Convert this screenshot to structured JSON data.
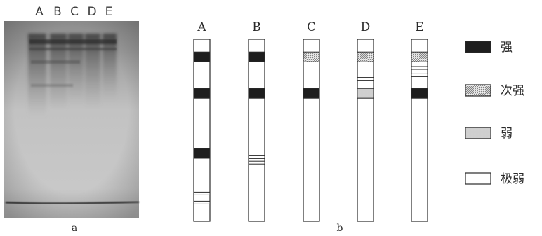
{
  "panel_a": {
    "caption": "a",
    "lane_labels": [
      "A",
      "B",
      "C",
      "D",
      "E"
    ]
  },
  "panel_b": {
    "caption": "b",
    "lanes": [
      {
        "label": "A",
        "bands": [
          {
            "level": "strong",
            "pos": 0.07
          },
          {
            "level": "strong",
            "pos": 0.27
          },
          {
            "level": "strong",
            "pos": 0.6
          },
          {
            "level": "very_weak",
            "pos": 0.84
          },
          {
            "level": "very_weak",
            "pos": 0.89
          }
        ]
      },
      {
        "label": "B",
        "bands": [
          {
            "level": "strong",
            "pos": 0.07
          },
          {
            "level": "strong",
            "pos": 0.27
          },
          {
            "level": "very_weak",
            "pos": 0.64
          },
          {
            "level": "very_weak",
            "pos": 0.67
          }
        ]
      },
      {
        "label": "C",
        "bands": [
          {
            "level": "medium_strong",
            "pos": 0.07
          },
          {
            "level": "strong",
            "pos": 0.27
          }
        ]
      },
      {
        "label": "D",
        "bands": [
          {
            "level": "medium_strong",
            "pos": 0.07
          },
          {
            "level": "very_weak",
            "pos": 0.21
          },
          {
            "level": "weak",
            "pos": 0.27
          }
        ]
      },
      {
        "label": "E",
        "bands": [
          {
            "level": "medium_strong",
            "pos": 0.07
          },
          {
            "level": "very_weak",
            "pos": 0.15
          },
          {
            "level": "very_weak",
            "pos": 0.19
          },
          {
            "level": "strong",
            "pos": 0.27
          }
        ]
      }
    ],
    "legend": [
      {
        "key": "strong",
        "label": "强"
      },
      {
        "key": "medium_strong",
        "label": "次强"
      },
      {
        "key": "weak",
        "label": "弱"
      },
      {
        "key": "very_weak",
        "label": "极弱"
      }
    ]
  },
  "colors": {
    "strong": "#1e1e1e",
    "outline": "#2a2a2a"
  }
}
